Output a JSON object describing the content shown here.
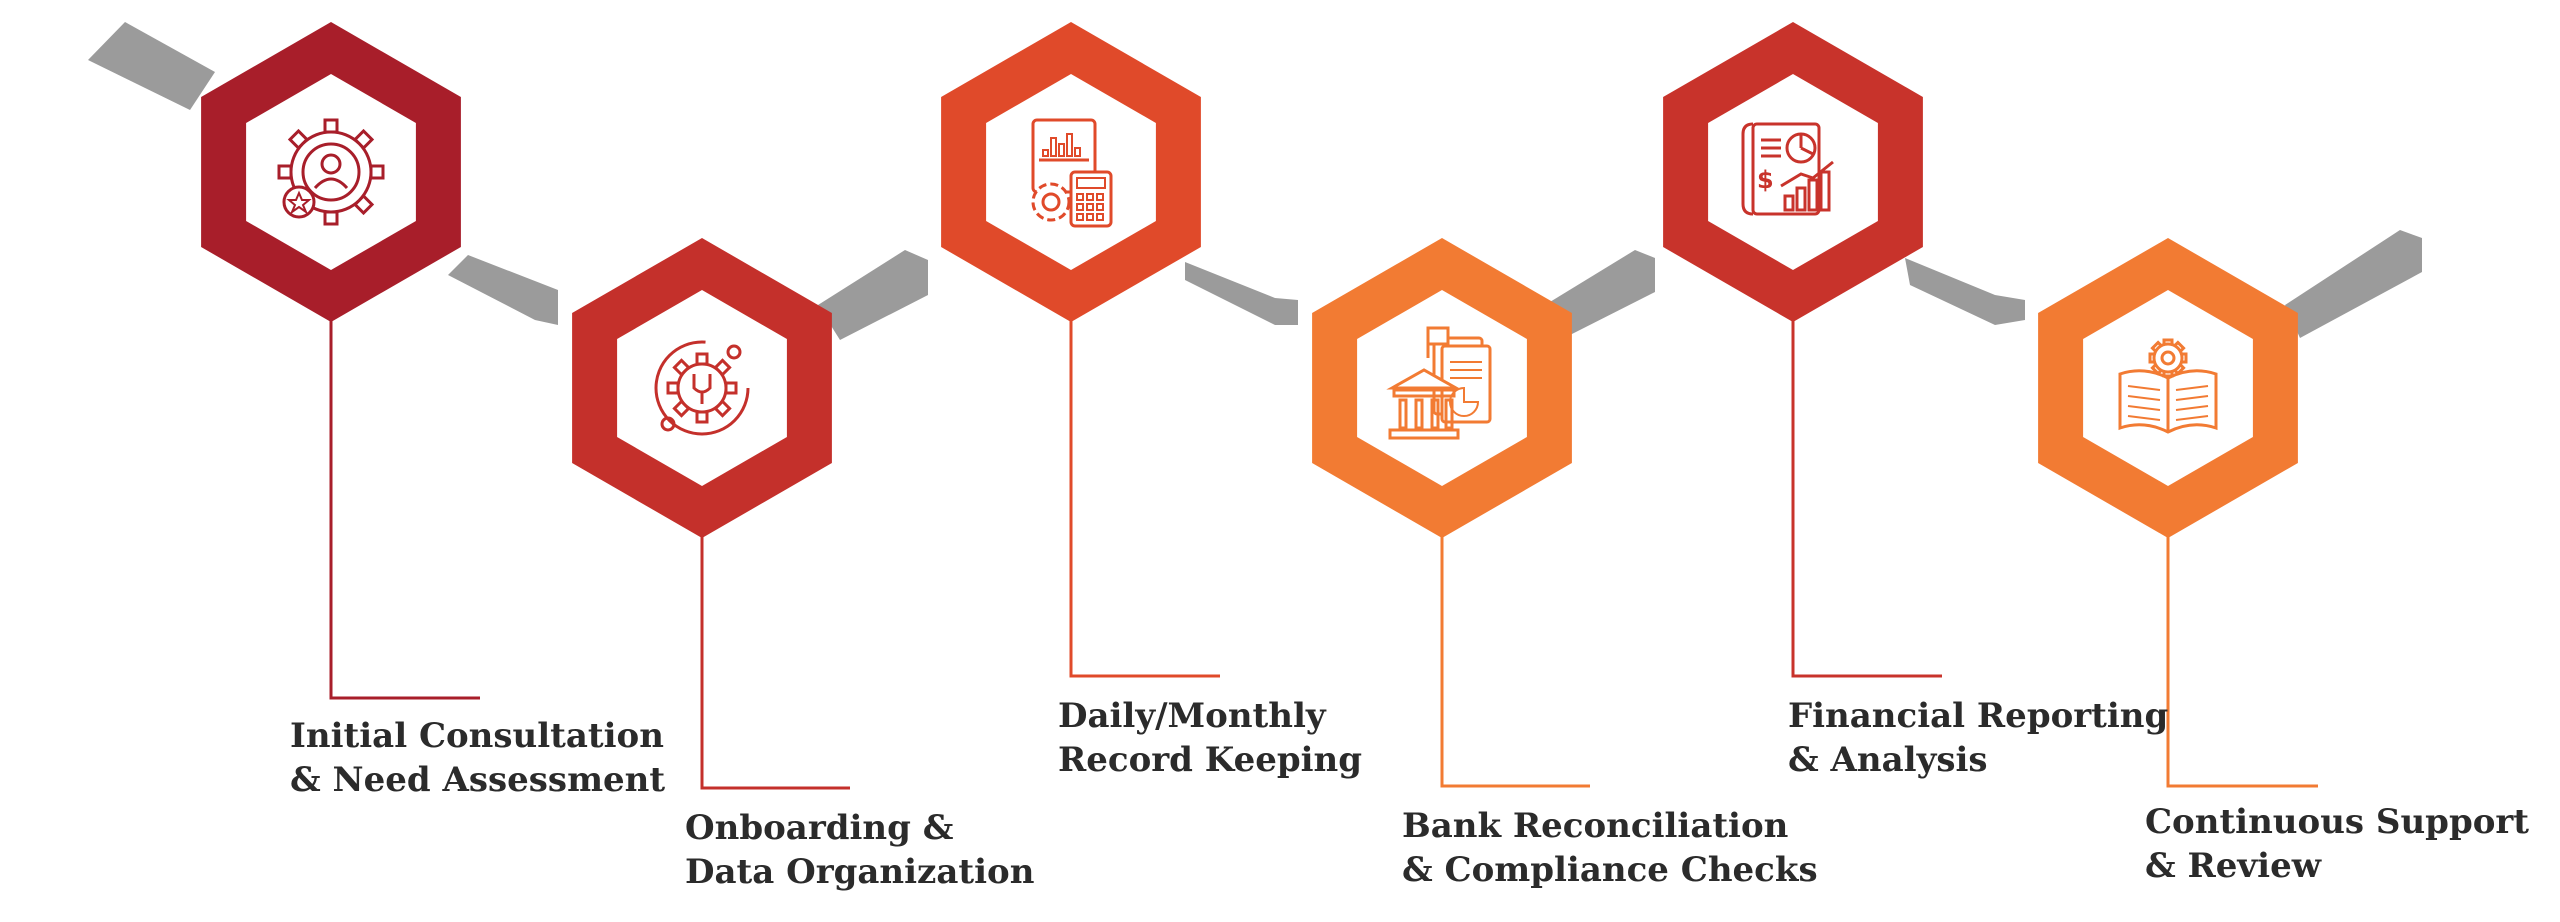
{
  "steps": [
    {
      "line1": "Initial Consultation",
      "line2": "& Need Assessment",
      "color": "#A81E2A",
      "icon": "consultation-gear-person-icon"
    },
    {
      "line1": "Onboarding &",
      "line2": "Data Organization",
      "color": "#C4302B",
      "icon": "gear-wrench-icon"
    },
    {
      "line1": "Daily/Monthly",
      "line2": "Record Keeping",
      "color": "#E04A2A",
      "icon": "calculator-report-icon"
    },
    {
      "line1": "Bank Reconciliation",
      "line2": "& Compliance Checks",
      "color": "#F27B33",
      "icon": "bank-document-icon"
    },
    {
      "line1": "Financial Reporting",
      "line2": "& Analysis",
      "color": "#C8332B",
      "icon": "financial-report-chart-icon"
    },
    {
      "line1": "Continuous Support",
      "line2": "& Review",
      "color": "#F27B33",
      "icon": "open-book-gear-icon"
    }
  ],
  "connector_color": "#9B9B9B"
}
